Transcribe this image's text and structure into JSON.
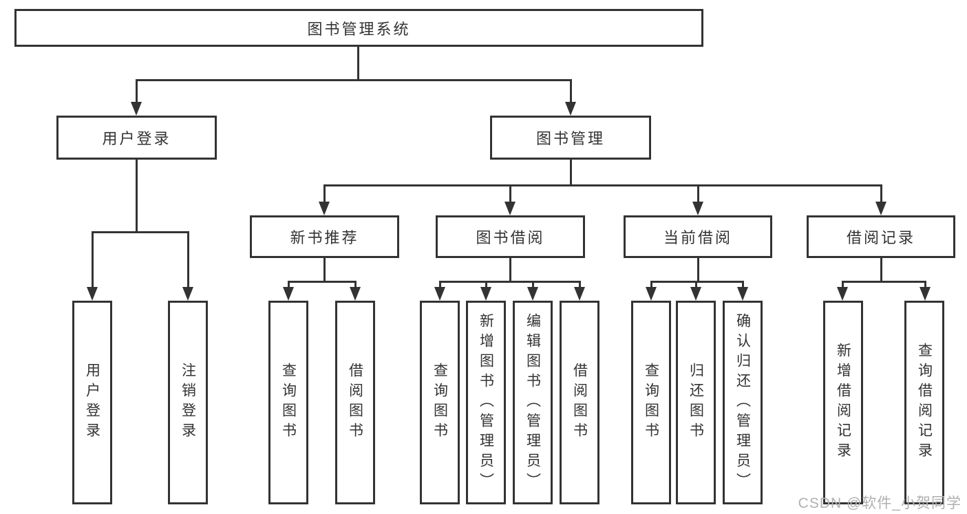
{
  "diagram": {
    "type": "hierarchy-tree",
    "orientation": "top-down"
  },
  "tree": {
    "label": "图书管理系统",
    "children": [
      {
        "label": "用户登录",
        "children": [
          {
            "label": "用户登录"
          },
          {
            "label": "注销登录"
          }
        ]
      },
      {
        "label": "图书管理",
        "children": [
          {
            "label": "新书推荐",
            "children": [
              {
                "label": "查询图书"
              },
              {
                "label": "借阅图书"
              }
            ]
          },
          {
            "label": "图书借阅",
            "children": [
              {
                "label": "查询图书"
              },
              {
                "label": "新增图书（管理员）"
              },
              {
                "label": "编辑图书（管理员）"
              },
              {
                "label": "借阅图书"
              }
            ]
          },
          {
            "label": "当前借阅",
            "children": [
              {
                "label": "查询图书"
              },
              {
                "label": "归还图书"
              },
              {
                "label": "确认归还（管理员）"
              }
            ]
          },
          {
            "label": "借阅记录",
            "children": [
              {
                "label": "新增借阅记录"
              },
              {
                "label": "查询借阅记录"
              }
            ]
          }
        ]
      }
    ]
  },
  "watermark": {
    "text": "CSDN @软件_小贺同学"
  },
  "colors": {
    "line": "#333333",
    "text": "#333333",
    "box_background": "#ffffff",
    "watermark": "#b0b0b0"
  }
}
